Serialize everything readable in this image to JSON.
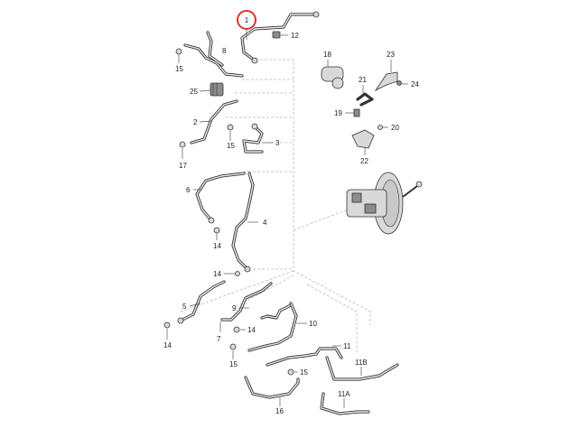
{
  "colors": {
    "highlight": "#d9342b",
    "line": "#333333",
    "guide": "#b9b9b9"
  },
  "labels": {
    "p1": "1",
    "p2": "2",
    "p3": "3",
    "p4": "4",
    "p5": "5",
    "p6": "6",
    "p7": "7",
    "p8": "8",
    "p9": "9",
    "p10": "10",
    "p11": "11",
    "p11a": "11A",
    "p11b": "11B",
    "p12": "12",
    "p14a": "14",
    "p14b": "14",
    "p14c": "14",
    "p14d": "14",
    "p15a": "15",
    "p15b": "15",
    "p15c": "15",
    "p15d": "15",
    "p16": "16",
    "p17": "17",
    "p18": "18",
    "p19": "19",
    "p20": "20",
    "p21": "21",
    "p22": "22",
    "p23": "23",
    "p24": "24",
    "p25": "25"
  }
}
